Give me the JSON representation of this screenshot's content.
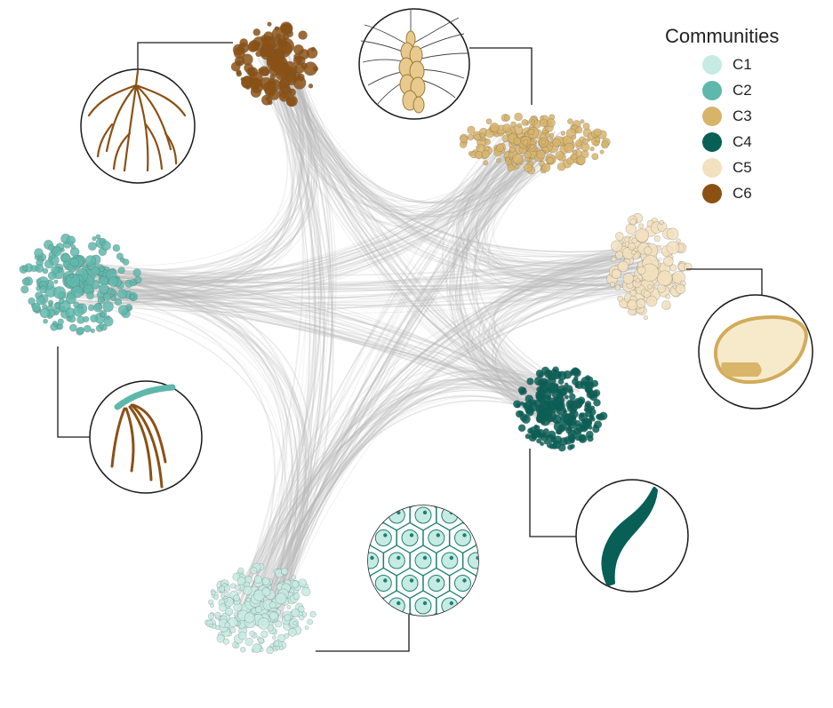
{
  "legend": {
    "title": "Communities",
    "items": [
      {
        "label": "C1",
        "color": "#c5ebe3"
      },
      {
        "label": "C2",
        "color": "#5fb8ac"
      },
      {
        "label": "C3",
        "color": "#d8b46b"
      },
      {
        "label": "C4",
        "color": "#075f56"
      },
      {
        "label": "C5",
        "color": "#f2e1be"
      },
      {
        "label": "C6",
        "color": "#8b5114"
      }
    ]
  },
  "communities": [
    {
      "id": "C1",
      "icon": "cell-grid-icon"
    },
    {
      "id": "C2",
      "icon": "seedling-root-icon"
    },
    {
      "id": "C3",
      "icon": "wheat-spike-icon"
    },
    {
      "id": "C4",
      "icon": "leaf-icon"
    },
    {
      "id": "C5",
      "icon": "grain-seed-icon"
    },
    {
      "id": "C6",
      "icon": "root-system-icon"
    }
  ],
  "colors": {
    "edge": "#b8b8b8",
    "outline": "#1a1a1a"
  }
}
